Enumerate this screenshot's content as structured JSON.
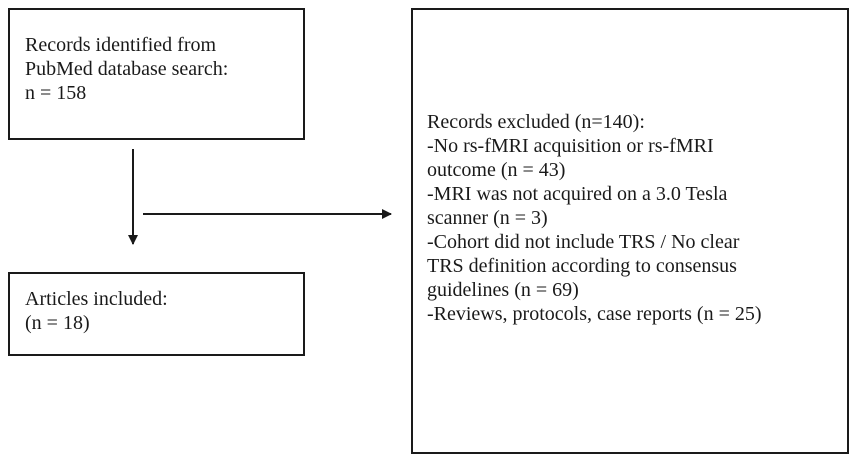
{
  "identified": {
    "lines": [
      "Records identified from",
      "PubMed database search:",
      "n = 158"
    ]
  },
  "included": {
    "lines": [
      "Articles included:",
      "(n = 18)"
    ]
  },
  "excluded": {
    "lines": [
      "Records excluded (n=140):",
      "-No rs-fMRI acquisition or rs-fMRI",
      "outcome (n = 43)",
      "-MRI was not acquired on a 3.0 Tesla",
      "scanner (n = 3)",
      "-Cohort did not include TRS / No clear",
      "TRS definition according to consensus",
      "guidelines (n = 69)",
      "-Reviews, protocols, case reports (n = 25)"
    ]
  },
  "colors": {
    "line": "#1a1a1a",
    "background": "#ffffff"
  }
}
